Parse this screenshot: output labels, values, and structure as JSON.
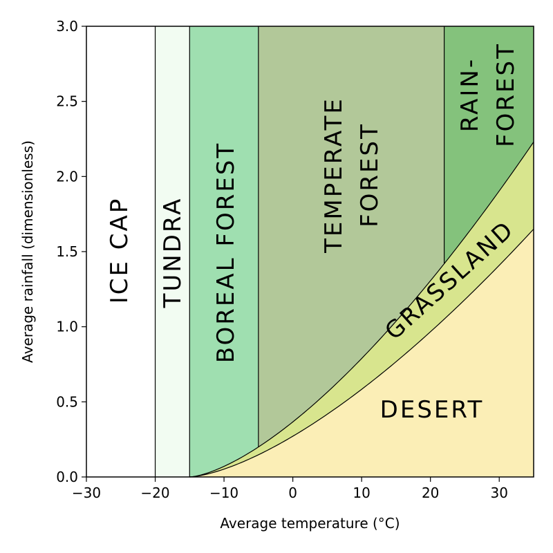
{
  "chart_data": {
    "type": "area",
    "xlabel": "Average temperature (°C)",
    "ylabel": "Average rainfall (dimensionless)",
    "xlim": [
      -30,
      35
    ],
    "ylim": [
      0.0,
      3.0
    ],
    "x_ticks": [
      -30,
      -20,
      -10,
      0,
      10,
      20,
      30
    ],
    "x_tick_labels": [
      "−30",
      "−20",
      "−10",
      "0",
      "10",
      "20",
      "30"
    ],
    "y_ticks": [
      0.0,
      0.5,
      1.0,
      1.5,
      2.0,
      2.5,
      3.0
    ],
    "y_tick_labels": [
      "0.0",
      "0.5",
      "1.0",
      "1.5",
      "2.0",
      "2.5",
      "3.0"
    ],
    "boundaries": {
      "vertical_x": [
        -20,
        -15,
        -5,
        22
      ],
      "desert_curve": {
        "start_x": -15,
        "end_x": 35,
        "end_y": 1.65
      },
      "grassland_curve": {
        "start_x": -15,
        "end_x": 35,
        "end_y": 2.23
      },
      "upper_regions_start_y": {
        "temperate_forest": 0.26,
        "rainforest": 1.52
      }
    },
    "regions": [
      {
        "key": "ice_cap",
        "label_lines": [
          "ICE CAP"
        ],
        "color": "#ffffff"
      },
      {
        "key": "tundra",
        "label_lines": [
          "TUNDRA"
        ],
        "color": "#f2fcf2"
      },
      {
        "key": "boreal_forest",
        "label_lines": [
          "BOREAL FOREST"
        ],
        "color": "#9fdfb0"
      },
      {
        "key": "temperate_forest",
        "label_lines": [
          "TEMPERATE",
          "FOREST"
        ],
        "color": "#b2c899"
      },
      {
        "key": "rainforest",
        "label_lines": [
          "RAIN-",
          "FOREST"
        ],
        "color": "#84c27c"
      },
      {
        "key": "grassland",
        "label_lines": [
          "GRASSLAND"
        ],
        "color": "#d8e58e"
      },
      {
        "key": "desert",
        "label_lines": [
          "DESERT"
        ],
        "color": "#fbeeb6"
      }
    ]
  }
}
